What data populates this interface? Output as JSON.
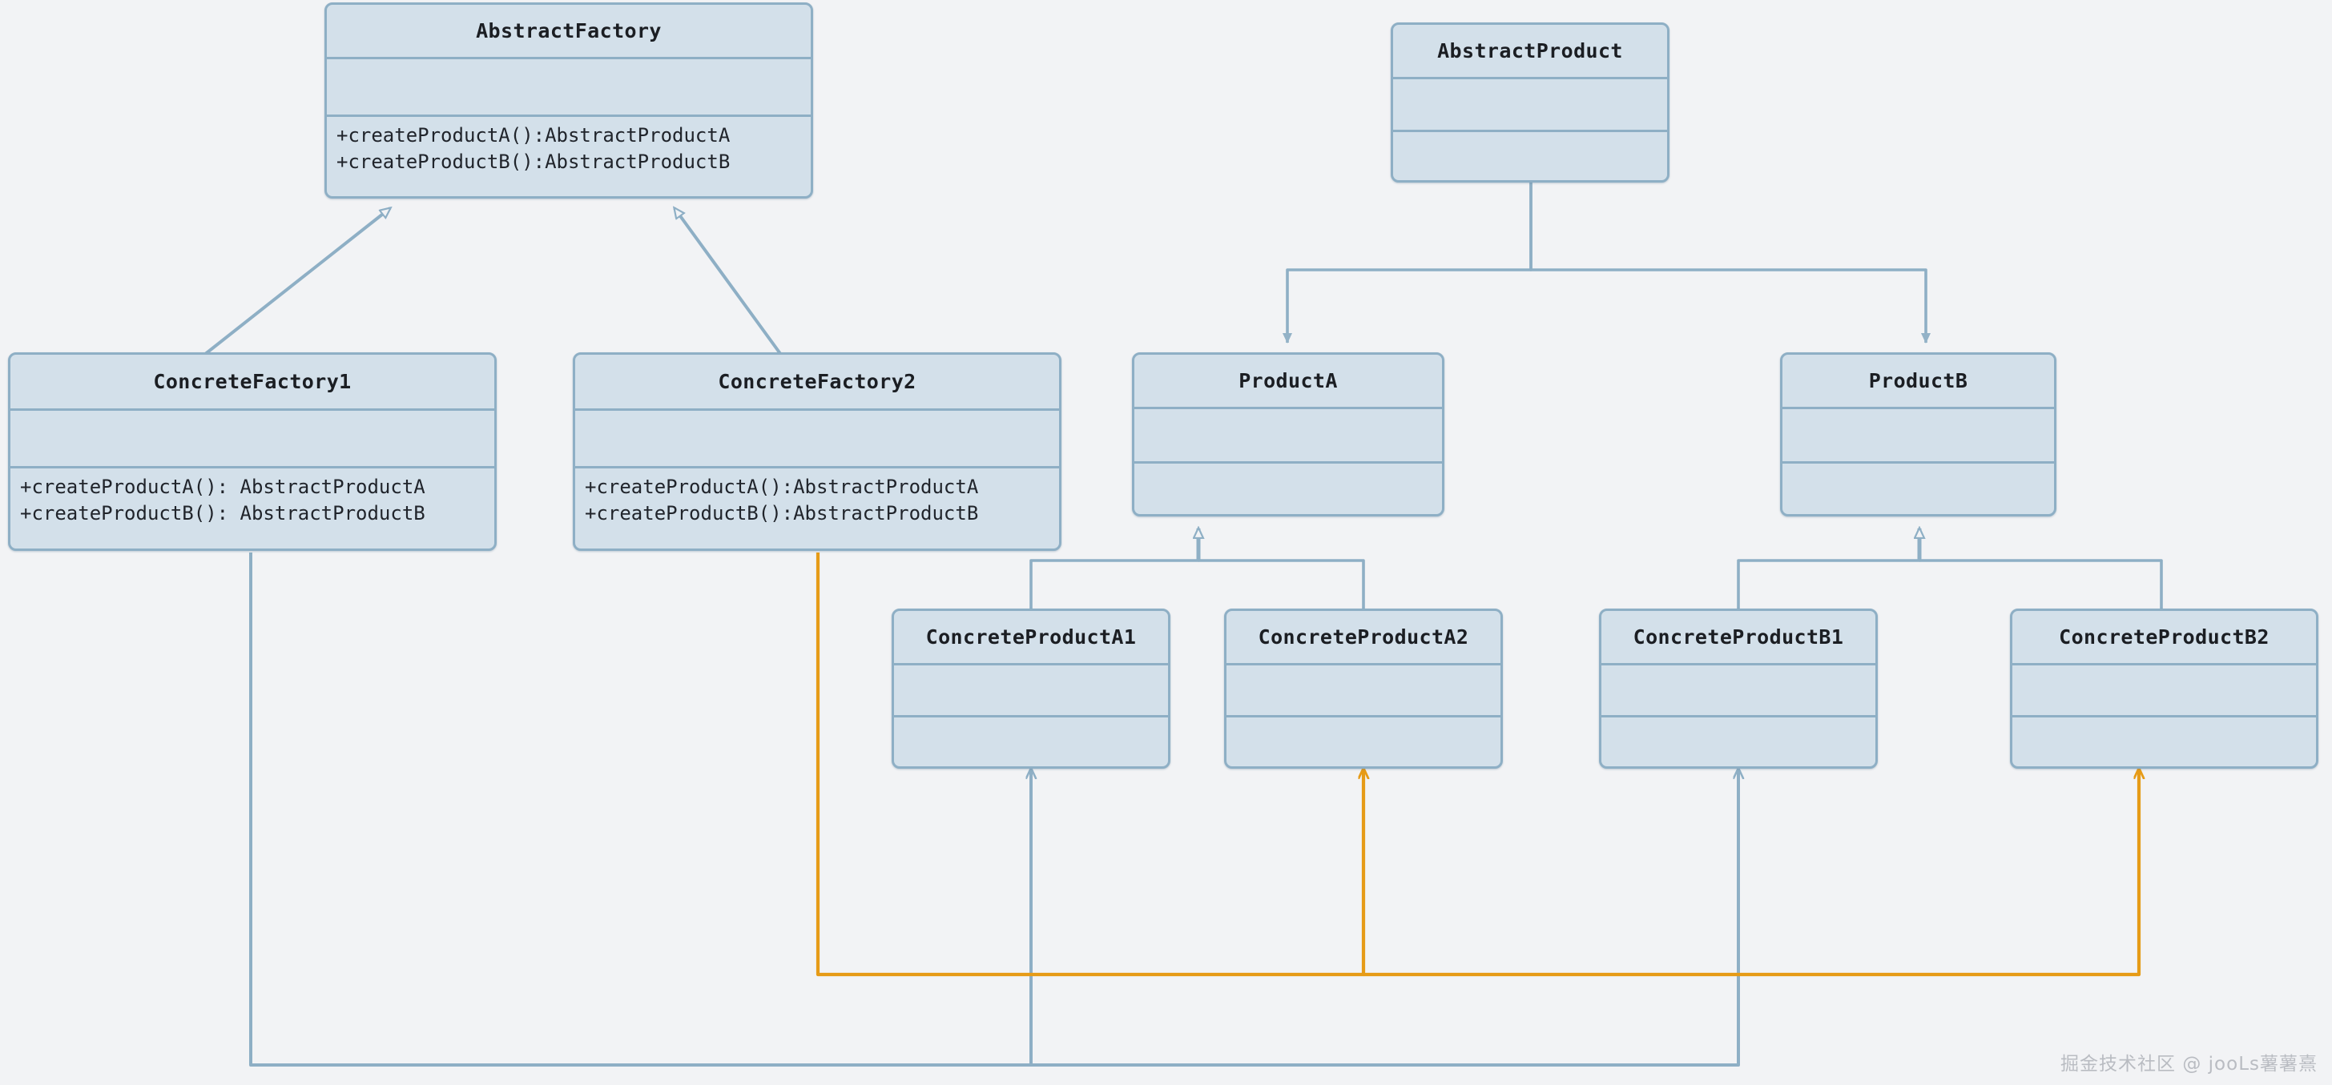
{
  "diagram": {
    "title": "Abstract Factory Pattern UML Class Diagram",
    "colors": {
      "background": "#f2f3f5",
      "class_fill": "#d3e0ea",
      "class_border": "#8eafc5",
      "edge_blue": "#8eafc5",
      "edge_orange": "#e69b17",
      "title_text": "#1b1e23",
      "watermark_text": "#b9bcc2"
    },
    "watermark": "掘金技术社区 @ jooLs薯薯熹"
  },
  "classes": {
    "abstract_factory": {
      "name": "AbstractFactory",
      "attributes": [],
      "operations": [
        "+createProductA():AbstractProductA",
        "+createProductB():AbstractProductB"
      ]
    },
    "concrete_factory_1": {
      "name": "ConcreteFactory1",
      "attributes": [],
      "operations": [
        "+createProductA(): AbstractProductA",
        "+createProductB(): AbstractProductB"
      ]
    },
    "concrete_factory_2": {
      "name": "ConcreteFactory2",
      "attributes": [],
      "operations": [
        "+createProductA():AbstractProductA",
        "+createProductB():AbstractProductB"
      ]
    },
    "abstract_product": {
      "name": "AbstractProduct",
      "attributes": [],
      "operations": []
    },
    "product_a": {
      "name": "ProductA",
      "attributes": [],
      "operations": []
    },
    "product_b": {
      "name": "ProductB",
      "attributes": [],
      "operations": []
    },
    "concrete_product_a1": {
      "name": "ConcreteProductA1",
      "attributes": [],
      "operations": []
    },
    "concrete_product_a2": {
      "name": "ConcreteProductA2",
      "attributes": [],
      "operations": []
    },
    "concrete_product_b1": {
      "name": "ConcreteProductB1",
      "attributes": [],
      "operations": []
    },
    "concrete_product_b2": {
      "name": "ConcreteProductB2",
      "attributes": [],
      "operations": []
    }
  },
  "relationships": [
    {
      "id": "gen-cf1-af",
      "type": "generalization",
      "from": "ConcreteFactory1",
      "to": "AbstractFactory",
      "color": "#8eafc5"
    },
    {
      "id": "gen-cf2-af",
      "type": "generalization",
      "from": "ConcreteFactory2",
      "to": "AbstractFactory",
      "color": "#8eafc5"
    },
    {
      "id": "dep-ap-pa",
      "type": "dependency",
      "from": "AbstractProduct",
      "to": "ProductA",
      "color": "#8eafc5"
    },
    {
      "id": "dep-ap-pb",
      "type": "dependency",
      "from": "AbstractProduct",
      "to": "ProductB",
      "color": "#8eafc5"
    },
    {
      "id": "gen-cpa-pa",
      "type": "generalization",
      "from": "ConcreteProductA1, ConcreteProductA2",
      "to": "ProductA",
      "color": "#8eafc5"
    },
    {
      "id": "gen-cpb-pb",
      "type": "generalization",
      "from": "ConcreteProductB1, ConcreteProductB2",
      "to": "ProductB",
      "color": "#8eafc5"
    },
    {
      "id": "assoc-cf1-cpa1",
      "type": "association",
      "from": "ConcreteFactory1",
      "to": "ConcreteProductA1",
      "color": "#8eafc5"
    },
    {
      "id": "assoc-cf1-cpb1",
      "type": "association",
      "from": "ConcreteFactory1",
      "to": "ConcreteProductB1",
      "color": "#8eafc5"
    },
    {
      "id": "assoc-cf2-cpa2",
      "type": "association",
      "from": "ConcreteFactory2",
      "to": "ConcreteProductA2",
      "color": "#e69b17"
    },
    {
      "id": "assoc-cf2-cpb2",
      "type": "association",
      "from": "ConcreteFactory2",
      "to": "ConcreteProductB2",
      "color": "#e69b17"
    }
  ]
}
